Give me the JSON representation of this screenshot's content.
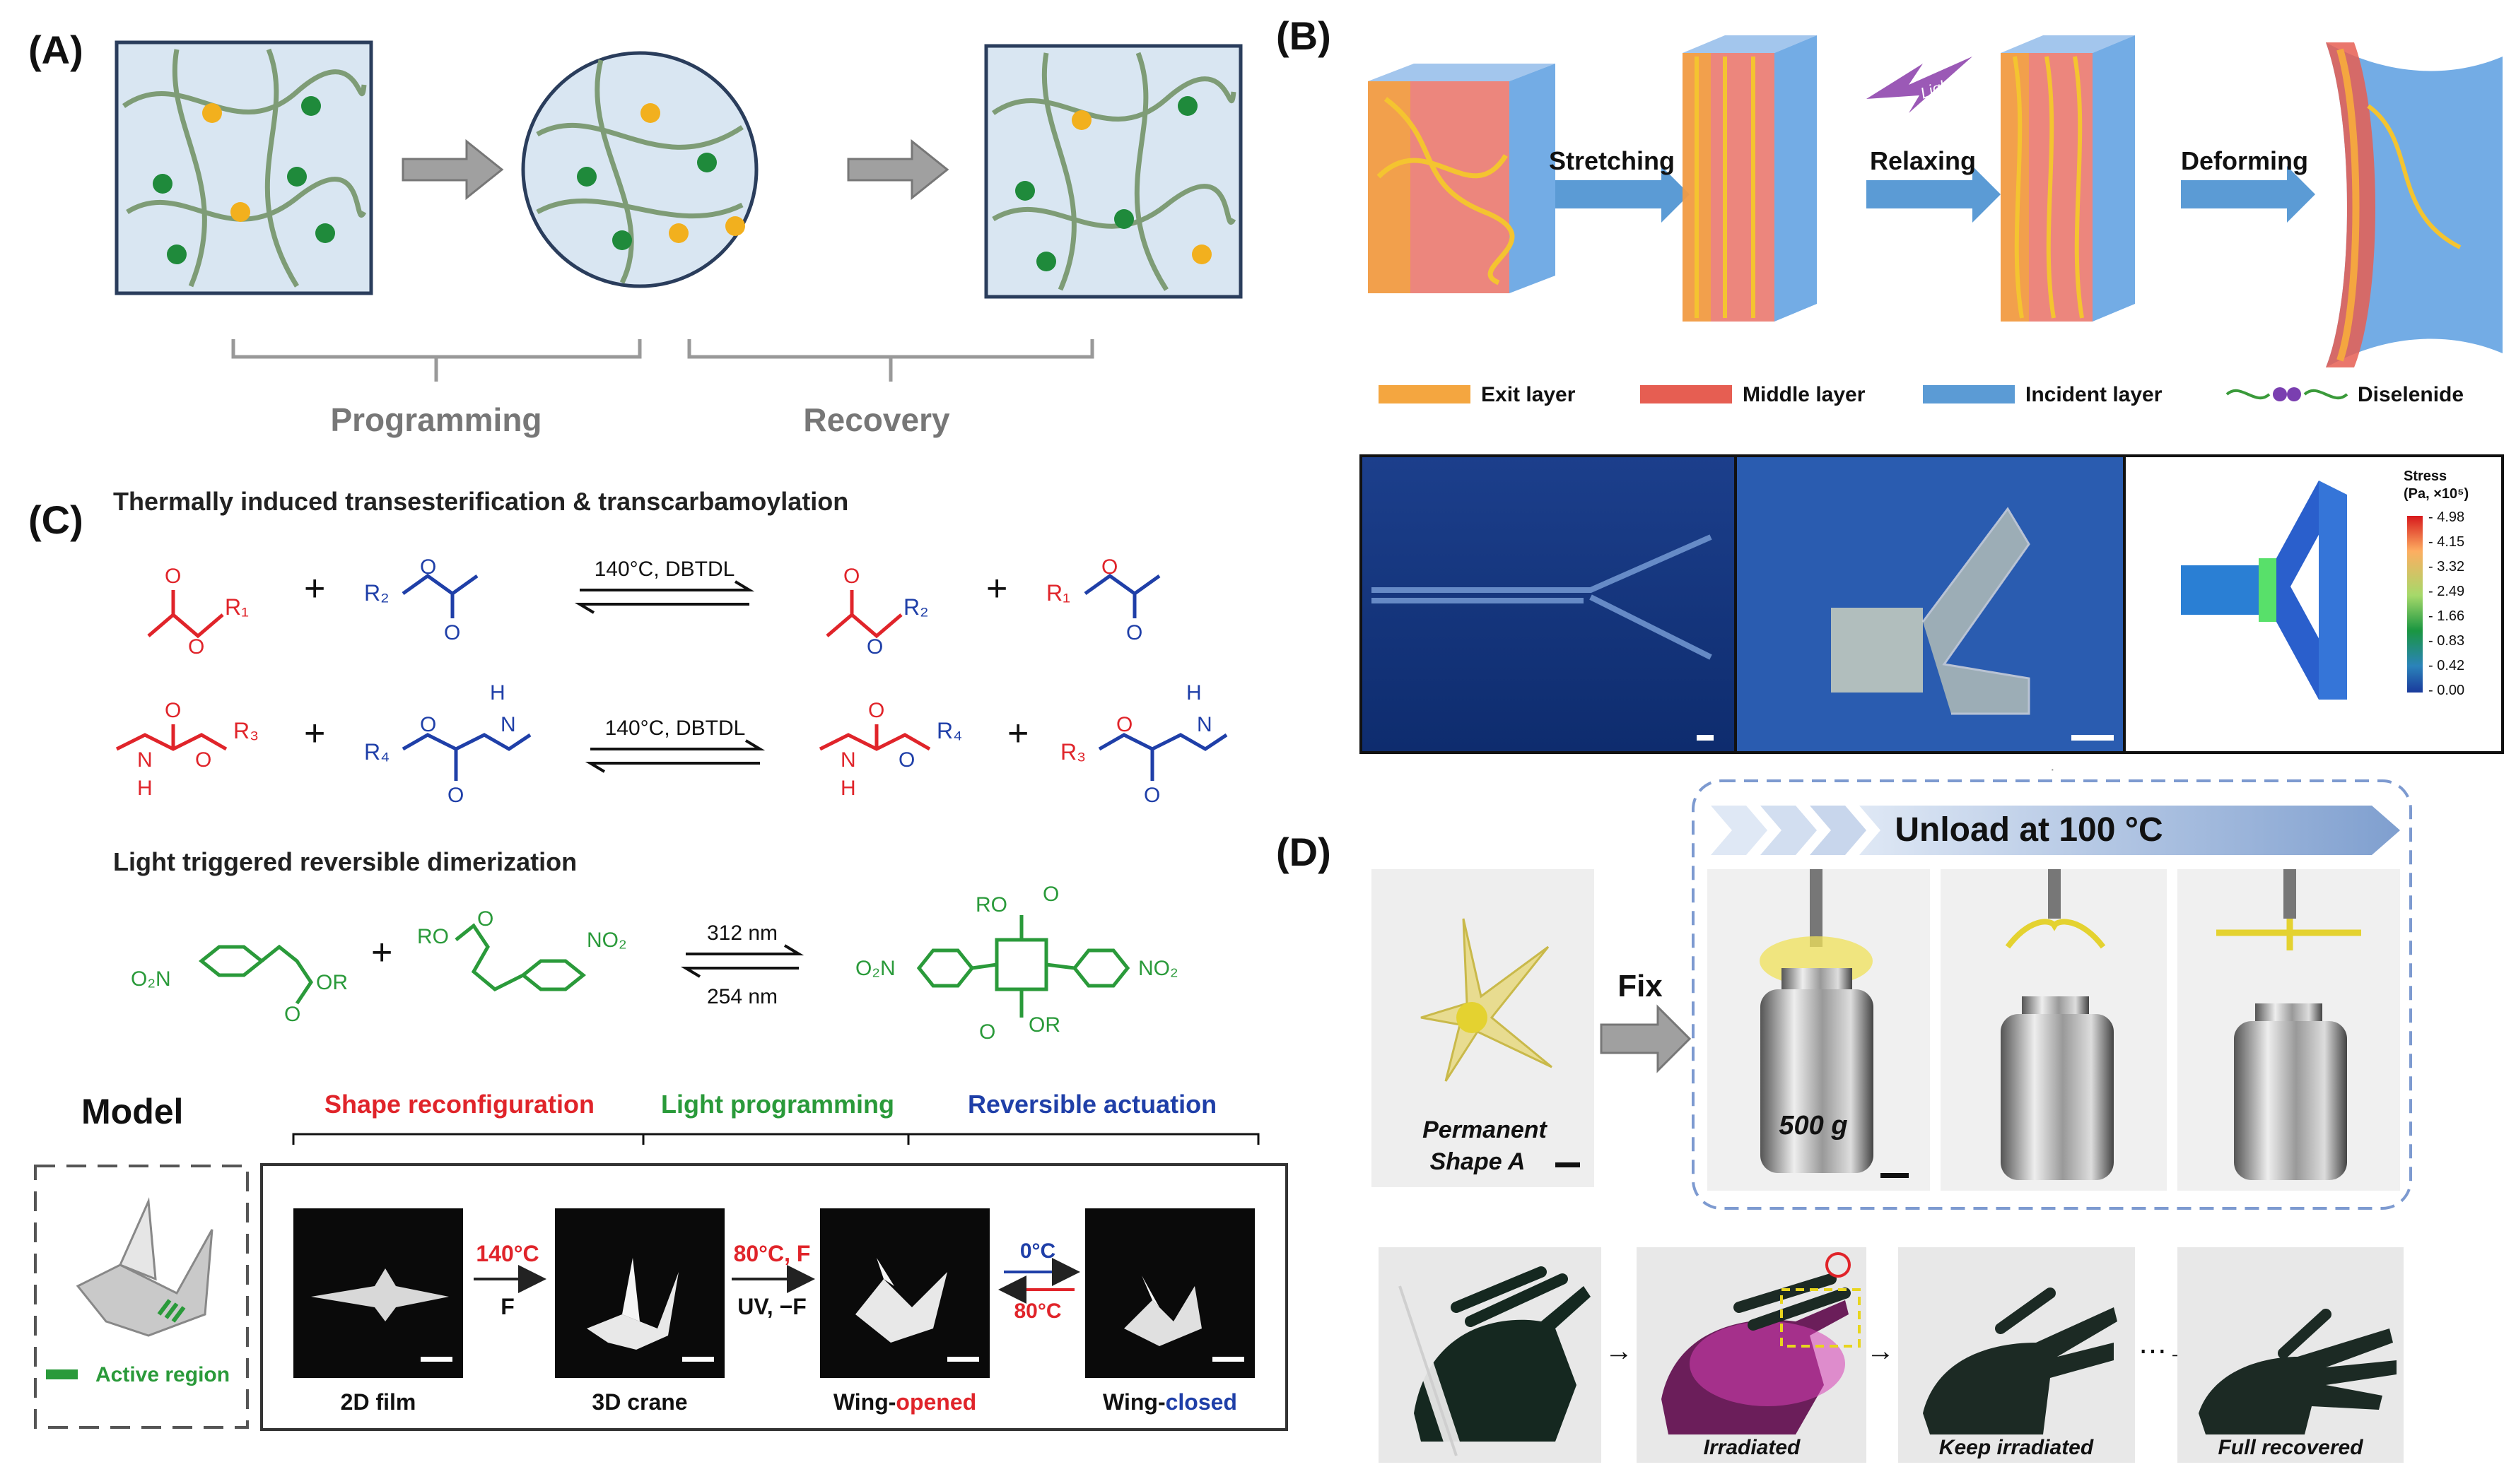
{
  "figure": {
    "panel_labels": {
      "A": "(A)",
      "B": "(B)",
      "C": "(C)",
      "D": "(D)"
    },
    "panel_a": {
      "brace_left": "Programming",
      "brace_right": "Recovery"
    },
    "panel_b": {
      "steps": [
        "Stretching",
        "Relaxing",
        "Deforming"
      ],
      "light_label": "Light",
      "legend": [
        "Exit layer",
        "Middle layer",
        "Incident layer",
        "Diselenide"
      ],
      "colorbar": {
        "title": "Stress",
        "unit": "(Pa, ×10⁵)",
        "ticks": [
          "4.98",
          "4.15",
          "3.32",
          "2.49",
          "1.66",
          "0.83",
          "0.42",
          "0.00"
        ]
      }
    },
    "panel_c": {
      "heading1": "Thermally induced transesterification & transcarbamoylation",
      "heading2": "Light triggered reversible dimerization",
      "cond1": "140°C, DBTDL",
      "cond2": "140°C, DBTDL",
      "cond3_top": "312 nm",
      "cond3_bottom": "254 nm",
      "plus": "+",
      "r1": "R₁",
      "r2": "R₂",
      "r3": "R₃",
      "r4": "R₄",
      "o": "O",
      "n": "N",
      "h": "H",
      "o2n": "O₂N",
      "no2": "NO₂",
      "ro": "RO",
      "or": "OR"
    },
    "model": {
      "title": "Model",
      "headers": [
        "Shape reconfiguration",
        "Light programming",
        "Reversible actuation"
      ],
      "active_region": "Active region",
      "captions": [
        "2D film",
        "3D crane",
        "Wing-",
        "opened",
        "Wing-",
        "closed"
      ],
      "arrow1_top": "140°C",
      "arrow1_bottom": "F",
      "arrow2_top": "80°C, F",
      "arrow2_bottom": "UV, −F",
      "arrow3_top": "0°C",
      "arrow3_bottom": "80°C"
    },
    "panel_d": {
      "banner": "Unload at 100 °C",
      "fix": "Fix",
      "permanent_line1": "Permanent",
      "permanent_line2": "Shape A",
      "weight": "500 g",
      "hand_captions": [
        "Irradiated",
        "Keep irradiated",
        "Full recovered"
      ]
    }
  }
}
